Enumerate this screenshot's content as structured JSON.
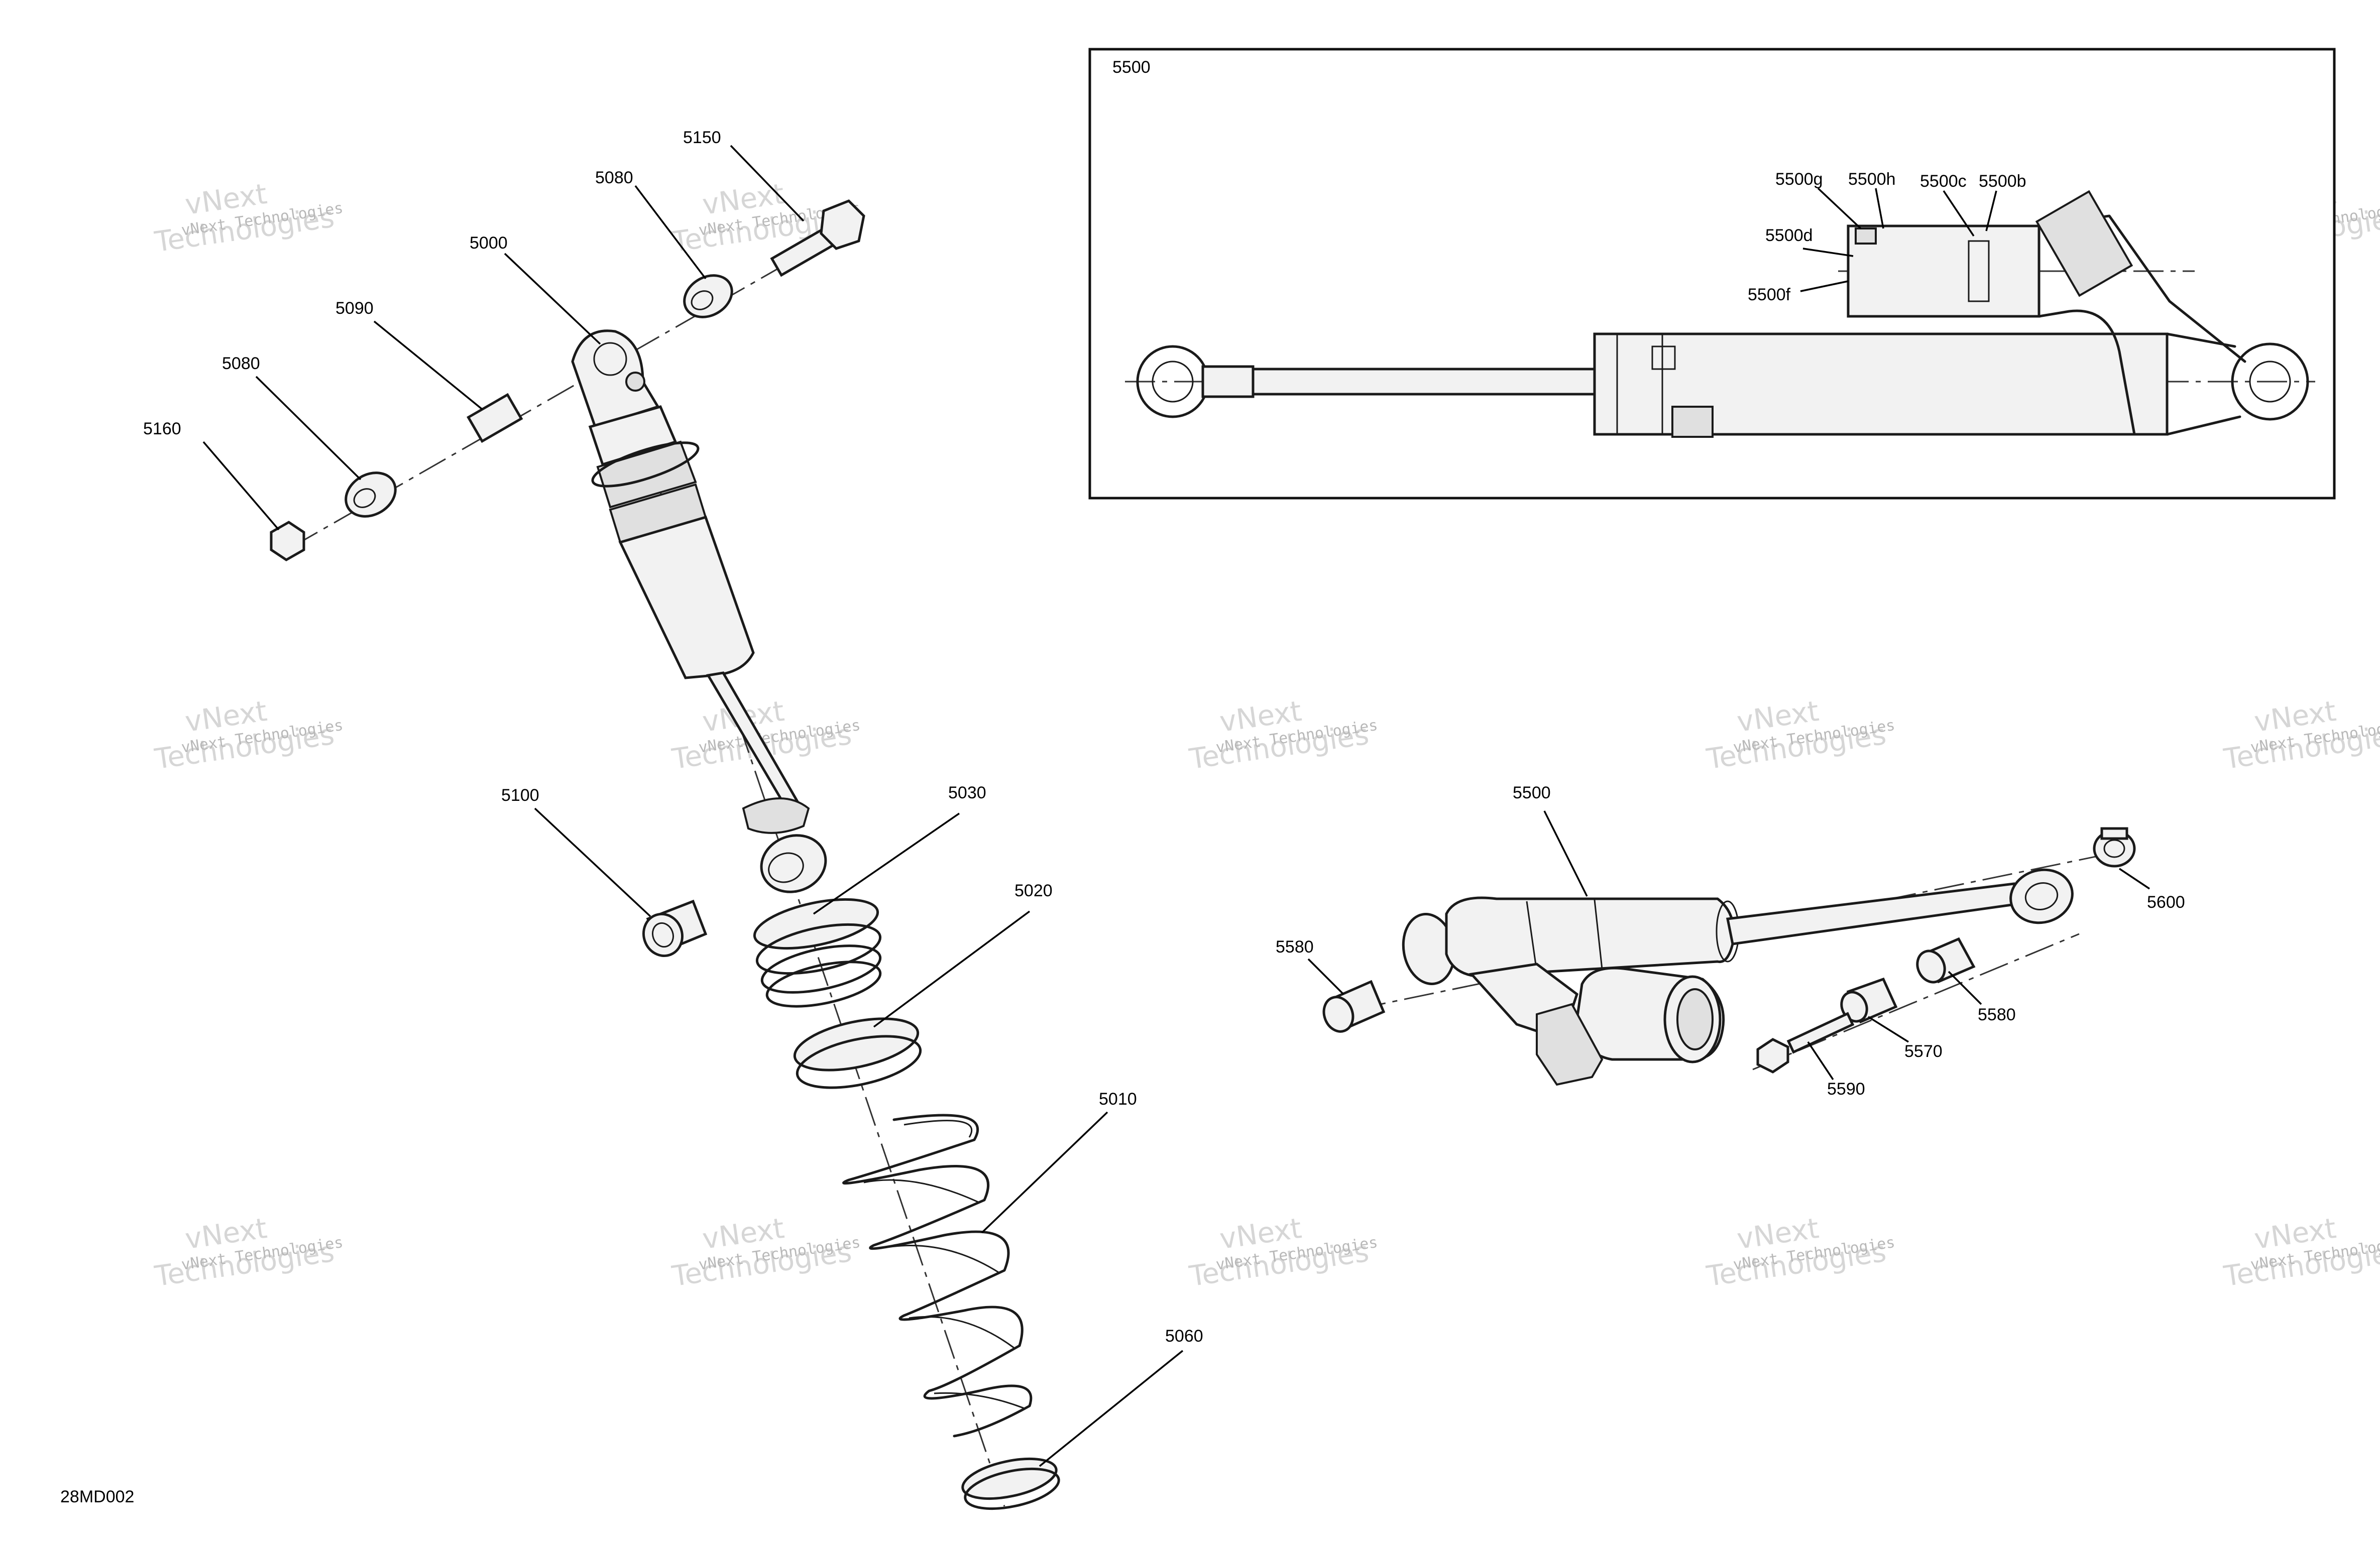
{
  "diagram": {
    "figure_code": "28MD002",
    "inset_label": "5500",
    "inset_callouts": [
      "5500g",
      "5500h",
      "5500c",
      "5500b",
      "5500d",
      "5500f"
    ],
    "callouts": {
      "p5150": "5150",
      "p5080a": "5080",
      "p5000": "5000",
      "p5090": "5090",
      "p5080b": "5080",
      "p5160": "5160",
      "p5100": "5100",
      "p5030": "5030",
      "p5020": "5020",
      "p5010": "5010",
      "p5060": "5060",
      "p5500": "5500",
      "p5580a": "5580",
      "p5600": "5600",
      "p5580b": "5580",
      "p5570": "5570",
      "p5590": "5590"
    },
    "watermark": {
      "line1": "vNext Technologies",
      "line2a": "vNext",
      "line2b": "Technologies"
    },
    "colors": {
      "ink": "#1a1a1a",
      "watermark": "#c8c8c8",
      "background": "#ffffff"
    }
  }
}
